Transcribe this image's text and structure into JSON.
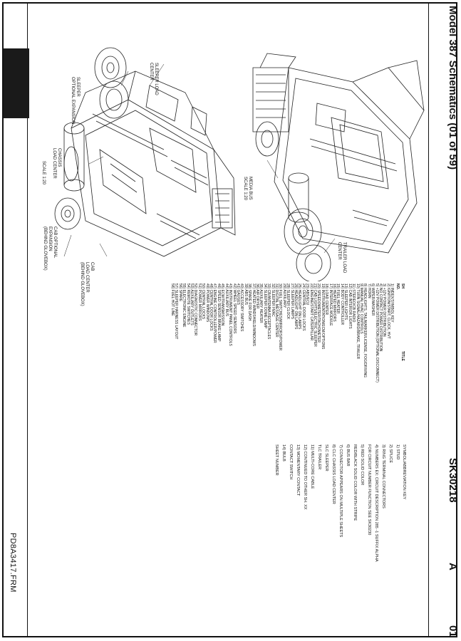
{
  "header": {
    "title": "Model 387 Schematics (01 of 59)",
    "sheet_code": "SK30218",
    "revision": "A",
    "page": "01"
  },
  "footer": {
    "file_id": "PD8A3417.FRM"
  },
  "drawing1": {
    "labels": [
      "SLEEPER LOAD",
      "CENTER",
      "SLEEPER",
      "OPTIONAL EXPANSION",
      "CHASSIS",
      "LOAD CENTER",
      "CAB OPTIONAL",
      "EXPANSION",
      "(BEHIND GLOVEBOX)",
      "CAB",
      "LOAD CENTER",
      "(BEHIND GLOVEBOX)"
    ],
    "scale": "SCALE 1:20"
  },
  "drawing2": {
    "labels": [
      "MEDIA BUS",
      "TRAILER LOAD",
      "CENTER"
    ],
    "scale": "SCALE 1:20"
  },
  "index": {
    "header_sh": "SH",
    "header_no": "NO.",
    "header_title": "TITLE",
    "items": [
      "1) INDEX/SYMBOL KEY",
      "2) IGNITION/START, CLOCK, HVT",
      "3) +12V POWER DISTRIBUTION",
      "4) NO CONTACT POWER DISTRIBUTION",
      "5) +12V POWER DISTRIBUTION (OPTIONAL DISCONNECT)",
      "6) WIPER/WASHER",
      "7) HORN",
      "8) HEADLIGHTS, TAIL/MARKER/LICENSE, FOG/DRIVING",
      "9) MANUAL HVAC CONTROLS",
      "10) TURN SIGNAL/HAZARD/BRAKE, TRAILER",
      "11) STEREO/CB RADIO",
      "12) CAB INTERIOR LIGHTS",
      "13) SLEEPER LIGHTS",
      "14) BODY CONTROLLER",
      "15) FUEL HEATER",
      "16) HEATED MIRRORS",
      "17) INTERFACE MODULE",
      "18) LOAD CENTER",
      "19) INSTRUMENTATION/ECM/OPTIONS",
      "20) SPEEDOMETER/TACHOMETER",
      "21) CAB LIGHTS/ELECTRIC SLEEPER",
      "22) ENGINE/START CATERPILLAR",
      "23) ABS/ECU",
      "24) CENTRAL DOOR LOCKS",
      "25) HEADLIGHT ON LAMPS",
      "26) HEADLIGHT ON LAMPS",
      "27) SLEEPER LAMPS",
      "28) SLEEPER CLOCK",
      "29) AUXILIARY",
      "30) FUEL SWITCHES/MIRRORS/POWER",
      "31) DIGITAL MESSAGE CENTER",
      "32) SLEEPER HVAC",
      "33) CB/ANTENNA RECEPTACLES",
      "34) SLEEPER DOME LAMP",
      "35) AUXILIARY HEATER",
      "36) AIR DRYER",
      "37) HEATED WINDSHIELD/WINDOWS",
      "38) SPARE FOR DASH",
      "39) ABS BUS",
      "40) ACCESSORY SWITCHES",
      "41) GAUGES",
      "42) WHEEL SPEED SENSORS",
      "43) INSTRUMENT PANEL CONTROLS",
      "44) AUXILIARY BUS",
      "45) ECM/TRANSMISSION",
      "46) SPEED SENSOR BRAKE LAMP",
      "47) ENGINE CONTROLLER/POWER",
      "48) CENTRAL DOOR LOCKS",
      "49) POWER WINDOWS",
      "50) CENTRAL LOCKS",
      "51) POWER MIRRORS",
      "52) DIAGNOSTIC CONNECTOR",
      "53) AUXILIARY OUTLETS",
      "54) REMOTE SWITCHES",
      "55) ELECTRONIC ENGINE",
      "56) SPARE",
      "57) SLEEPER HARNESS LAYOUT",
      "58) FUEL HOT LINE"
    ]
  },
  "legend": {
    "title": "SYMBOL/ABBREVIATION KEY",
    "items": [
      "1) STUD",
      "2) SPLICE",
      "3) RING TERMINAL CONNECTORS",
      "4) NUMBERS EX:  CIRCUIT DESCRIPTION  285  -1  SUFFIX  ALPHA",
      "FOR CIRCUIT NUMBER FUNCTION SEE SK30230",
      "5) RED  SOLID COLOR",
      "RED/BLACK  SOLID COLOR WITH STRIPE",
      "6) BUS BAR",
      "7) CONNECTOR APPEARS ON MULTIPLE SHEETS",
      "8) CLC  CHASSIS LOAD CENTER",
      "SLC  SLEEPER",
      "TLC  TRAILER",
      "11) MULTI-CORE CABLE",
      "12) CONTINUED TO OTHER SH. XX",
      "13) MOMENTARY CONTACT",
      "CONTACT  SWITCH",
      "14) BULB",
      "SHEET NUMBER"
    ]
  }
}
